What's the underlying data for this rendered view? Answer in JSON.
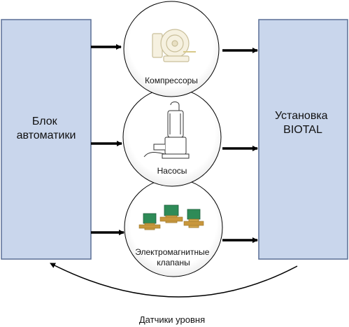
{
  "left_block": {
    "line1": "Блок",
    "line2": "автоматики"
  },
  "right_block": {
    "line1": "Установка",
    "line2": "BIOTAL"
  },
  "nodes": [
    {
      "label": "Компрессоры",
      "icon": "compressor-icon"
    },
    {
      "label": "Насосы",
      "icon": "submersible-pump-icon"
    },
    {
      "label_line1": "Электромагнитные",
      "label_line2": "клапаны",
      "icon": "solenoid-valves-icon"
    }
  ],
  "feedback": {
    "label": "Датчики уровня"
  },
  "colors": {
    "block_fill": "#c9d6ec",
    "block_stroke": "#5a6f95",
    "arrow": "#000000",
    "valve_green": "#2e8b57",
    "brass": "#d4a64a"
  }
}
